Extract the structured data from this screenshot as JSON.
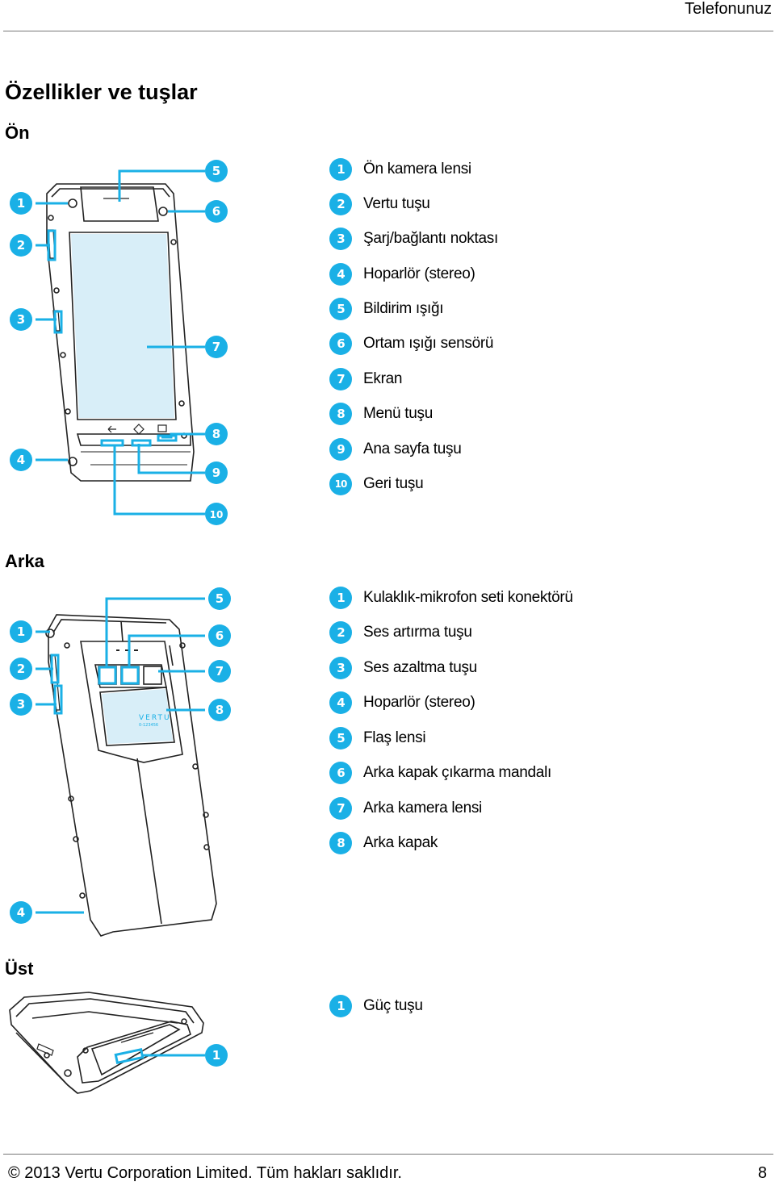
{
  "header": {
    "chapter": "Telefonunuz"
  },
  "title": "Özellikler ve tuşlar",
  "accent_color": "#1ab0e6",
  "sections": {
    "front": {
      "title": "Ön",
      "items": [
        {
          "num": "1",
          "label": "Ön kamera lensi"
        },
        {
          "num": "2",
          "label": "Vertu tuşu"
        },
        {
          "num": "3",
          "label": "Şarj/bağlantı noktası"
        },
        {
          "num": "4",
          "label": "Hoparlör (stereo)"
        },
        {
          "num": "5",
          "label": "Bildirim ışığı"
        },
        {
          "num": "6",
          "label": "Ortam ışığı sensörü"
        },
        {
          "num": "7",
          "label": "Ekran"
        },
        {
          "num": "8",
          "label": "Menü tuşu"
        },
        {
          "num": "9",
          "label": "Ana sayfa tuşu"
        },
        {
          "num": "10",
          "label": "Geri tuşu"
        }
      ]
    },
    "back": {
      "title": "Arka",
      "items": [
        {
          "num": "1",
          "label": "Kulaklık-mikrofon seti konektörü"
        },
        {
          "num": "2",
          "label": "Ses artırma tuşu"
        },
        {
          "num": "3",
          "label": "Ses azaltma tuşu"
        },
        {
          "num": "4",
          "label": "Hoparlör (stereo)"
        },
        {
          "num": "5",
          "label": "Flaş lensi"
        },
        {
          "num": "6",
          "label": "Arka kapak çıkarma mandalı"
        },
        {
          "num": "7",
          "label": "Arka kamera lensi"
        },
        {
          "num": "8",
          "label": "Arka kapak"
        }
      ],
      "logo_text": "VERTU",
      "serial_text": "0-123456"
    },
    "top": {
      "title": "Üst",
      "items": [
        {
          "num": "1",
          "label": "Güç tuşu"
        }
      ]
    }
  },
  "footer": {
    "copyright": "© 2013 Vertu Corporation Limited. Tüm hakları saklıdır.",
    "page_number": "8"
  }
}
